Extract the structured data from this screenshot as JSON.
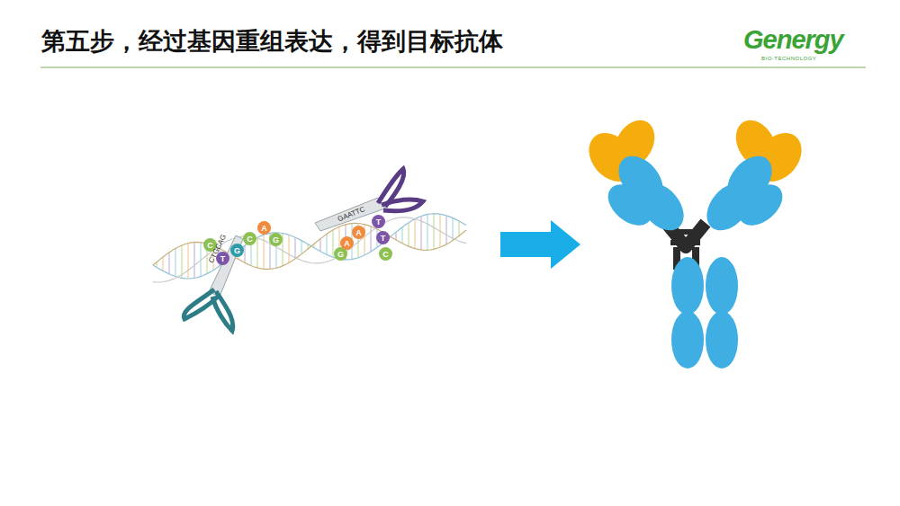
{
  "diagram": {
    "title": "第五步，经过基因重组表达，得到目标抗体",
    "nodes": [
      {
        "text": [
          "C"
        ]
      },
      {
        "text": [
          "T"
        ]
      },
      {
        "text": [
          "G"
        ]
      },
      {
        "text": [
          "C"
        ]
      },
      {
        "text": [
          "A"
        ]
      },
      {
        "text": [
          "G"
        ]
      },
      {
        "text": [
          "G"
        ]
      },
      {
        "text": [
          "A"
        ]
      },
      {
        "text": [
          "A"
        ]
      },
      {
        "text": [
          "T"
        ]
      },
      {
        "text": [
          "T"
        ]
      },
      {
        "text": [
          "C"
        ]
      }
    ],
    "labels": [
      "Genergy",
      "BIO-TECHNOLOGY",
      "CTGCAG",
      "GAATTC"
    ]
  }
}
